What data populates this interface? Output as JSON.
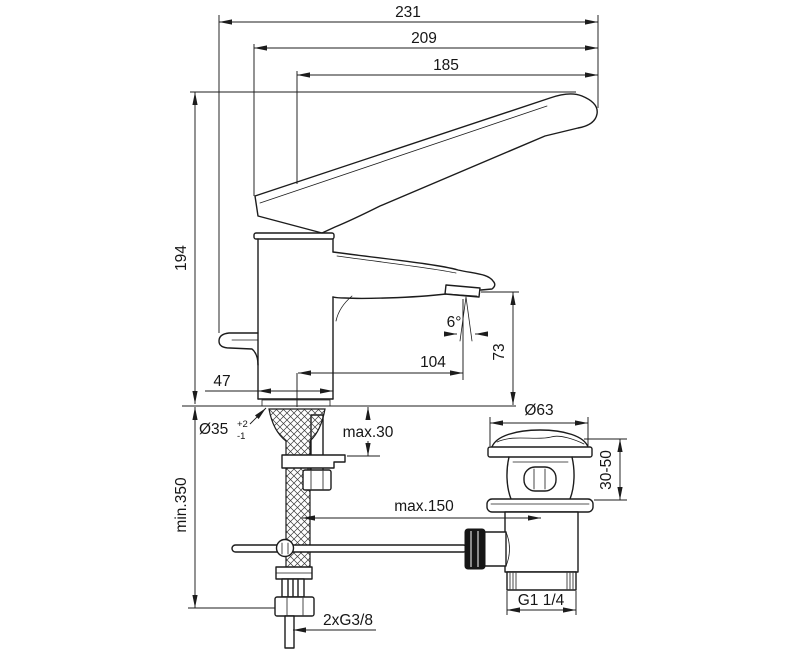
{
  "dims": {
    "overall_width": "231",
    "width_to_body": "209",
    "width_to_center": "185",
    "height_above_deck": "194",
    "spout_reach": "104",
    "spout_outlet_height": "73",
    "base_depth": "47",
    "outlet_angle": "6°",
    "hole_diameter": "Ø35",
    "hole_tol_plus": "+2",
    "hole_tol_minus": "-1",
    "deck_thickness": "max.30",
    "clearance_below": "min.350",
    "rod_reach": "max.150",
    "supply_thread": "2xG3/8",
    "waste_cap_diameter": "Ø63",
    "waste_adjust_range": "30-50",
    "waste_thread": "G1 1/4"
  }
}
